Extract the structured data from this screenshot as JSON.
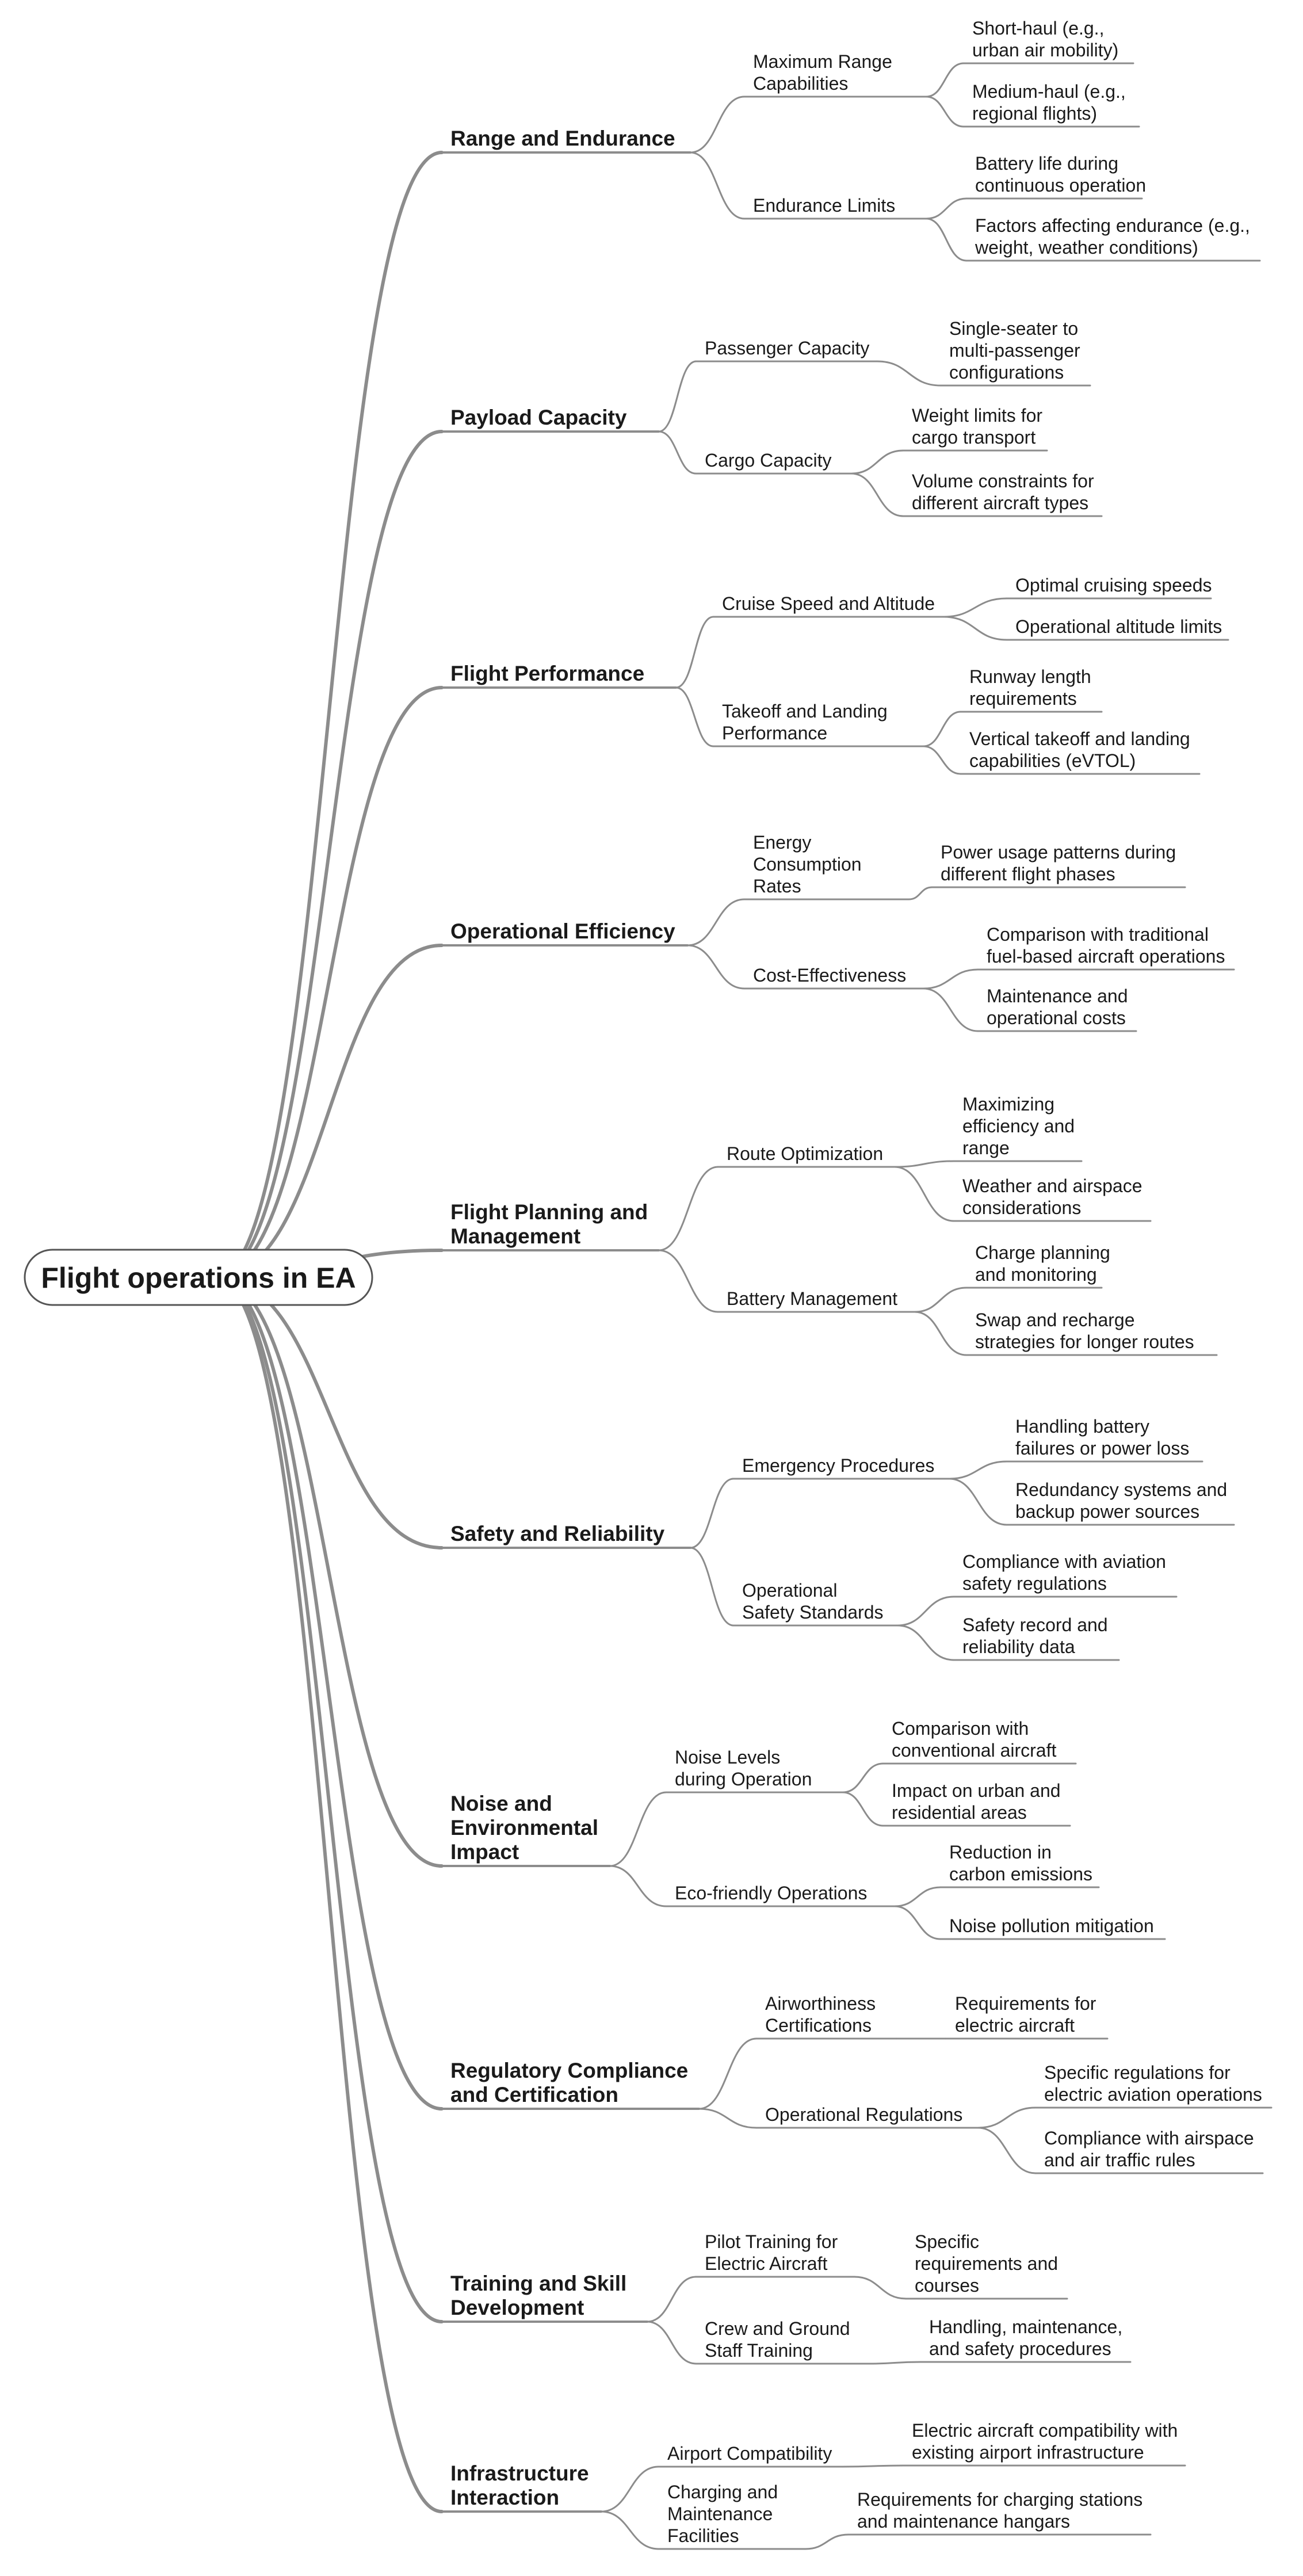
{
  "root": "Flight operations in EA",
  "branches": [
    {
      "label": "Range and Endurance",
      "children": [
        {
          "label": "Maximum Range Capabilities",
          "children": [
            "Short-haul (e.g., urban air mobility)",
            "Medium-haul (e.g., regional flights)"
          ]
        },
        {
          "label": "Endurance Limits",
          "children": [
            "Battery life during continuous operation",
            "Factors affecting endurance (e.g., weight, weather conditions)"
          ]
        }
      ]
    },
    {
      "label": "Payload Capacity",
      "children": [
        {
          "label": "Passenger Capacity",
          "children": [
            "Single-seater to multi-passenger configurations"
          ]
        },
        {
          "label": "Cargo Capacity",
          "children": [
            "Weight limits for cargo transport",
            "Volume constraints for different aircraft types"
          ]
        }
      ]
    },
    {
      "label": "Flight Performance",
      "children": [
        {
          "label": "Cruise Speed and Altitude",
          "children": [
            "Optimal cruising speeds",
            "Operational altitude limits"
          ]
        },
        {
          "label": "Takeoff and Landing Performance",
          "children": [
            "Runway length requirements",
            "Vertical takeoff and landing capabilities (eVTOL)"
          ]
        }
      ]
    },
    {
      "label": "Operational Efficiency",
      "children": [
        {
          "label": "Energy Consumption Rates",
          "children": [
            "Power usage patterns during different flight phases"
          ]
        },
        {
          "label": "Cost-Effectiveness",
          "children": [
            "Comparison with traditional fuel-based aircraft operations",
            "Maintenance and operational costs"
          ]
        }
      ]
    },
    {
      "label": "Flight Planning and Management",
      "children": [
        {
          "label": "Route Optimization",
          "children": [
            "Maximizing efficiency and range",
            "Weather and airspace considerations"
          ]
        },
        {
          "label": "Battery Management",
          "children": [
            "Charge planning and monitoring",
            "Swap and recharge strategies for longer routes"
          ]
        }
      ]
    },
    {
      "label": "Safety and Reliability",
      "children": [
        {
          "label": "Emergency Procedures",
          "children": [
            "Handling battery failures or power loss",
            "Redundancy systems and backup power sources"
          ]
        },
        {
          "label": "Operational Safety Standards",
          "children": [
            "Compliance with aviation safety regulations",
            "Safety record and reliability data"
          ]
        }
      ]
    },
    {
      "label": "Noise and Environmental Impact",
      "children": [
        {
          "label": "Noise Levels during Operation",
          "children": [
            "Comparison with conventional aircraft",
            "Impact on urban and residential areas"
          ]
        },
        {
          "label": "Eco-friendly Operations",
          "children": [
            "Reduction in carbon emissions",
            "Noise pollution mitigation"
          ]
        }
      ]
    },
    {
      "label": "Regulatory Compliance and Certification",
      "children": [
        {
          "label": "Airworthiness Certifications",
          "children": [
            "Requirements for electric aircraft"
          ]
        },
        {
          "label": "Operational Regulations",
          "children": [
            "Specific regulations for electric aviation operations",
            "Compliance with airspace and air traffic rules"
          ]
        }
      ]
    },
    {
      "label": "Training and Skill Development",
      "children": [
        {
          "label": "Pilot Training for Electric Aircraft",
          "children": [
            "Specific requirements and courses"
          ]
        },
        {
          "label": "Crew and Ground Staff Training",
          "children": [
            "Handling, maintenance, and safety procedures"
          ]
        }
      ]
    },
    {
      "label": "Infrastructure Interaction",
      "children": [
        {
          "label": "Airport Compatibility",
          "children": [
            "Electric aircraft compatibility with existing airport infrastructure"
          ]
        },
        {
          "label": "Charging and Maintenance Facilities",
          "children": [
            "Requirements for charging stations and maintenance hangars"
          ]
        }
      ]
    }
  ]
}
